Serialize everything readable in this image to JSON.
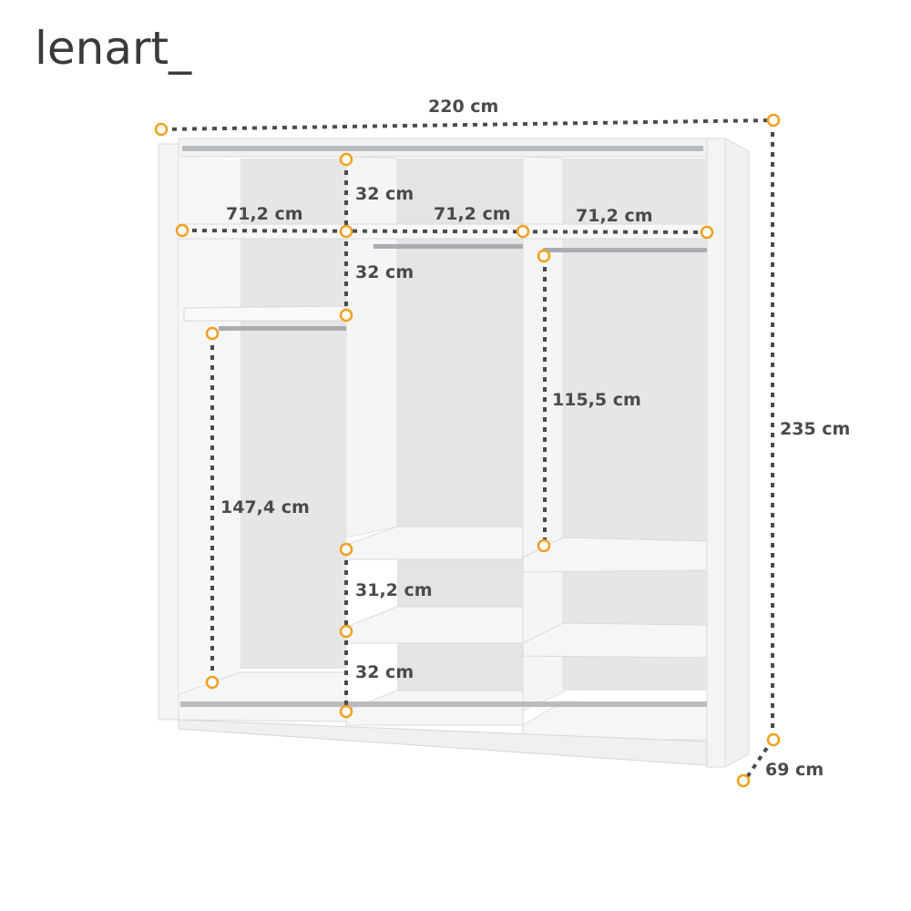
{
  "brand": {
    "logo": "lenart_"
  },
  "colors": {
    "marker": "#f0a020",
    "dimension_line": "#4a4a4a",
    "text": "#4a4a4a",
    "panel": "#f7f7f7",
    "back_panel": "#e6e6e6",
    "rail": "#b8bcc0"
  },
  "dimensions": {
    "total_width": "220 cm",
    "total_height": "235 cm",
    "depth": "69 cm",
    "section_left_width": "71,2 cm",
    "section_middle_width": "71,2 cm",
    "section_right_width": "71,2 cm",
    "top_shelf_gap": "32 cm",
    "upper_shelf_gap": "32 cm",
    "left_hanging_height": "147,4 cm",
    "right_hanging_height": "115,5 cm",
    "middle_shelf_gap": "31,2 cm",
    "bottom_shelf_gap": "32 cm"
  }
}
